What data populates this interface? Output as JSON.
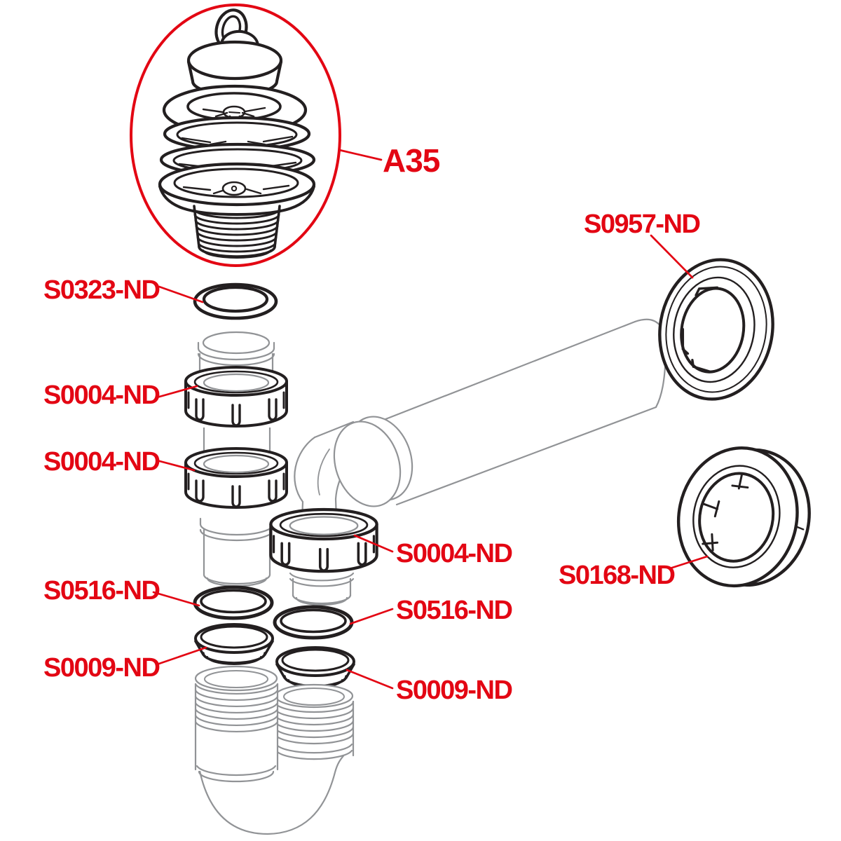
{
  "diagram": {
    "colors": {
      "accent_red": "#e30613",
      "line_dark": "#231f20",
      "line_light": "#919396",
      "background": "#ffffff"
    },
    "labels": {
      "a35": "A35",
      "s0323": "S0323-ND",
      "s0004_top": "S0004-ND",
      "s0004_middle": "S0004-ND",
      "s0004_elbow": "S0004-ND",
      "s0516_left": "S0516-ND",
      "s0516_right": "S0516-ND",
      "s0009_left": "S0009-ND",
      "s0009_right": "S0009-ND",
      "s0957": "S0957-ND",
      "s0168": "S0168-ND"
    }
  }
}
